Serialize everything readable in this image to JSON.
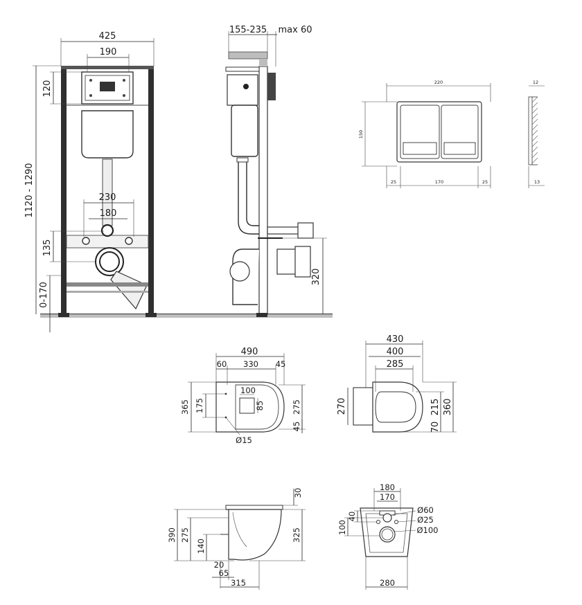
{
  "frame_front": {
    "width_total": "425",
    "width_cistern": "190",
    "height_range": "1120 - 1290",
    "top_offset": "120",
    "studs_outer": "230",
    "studs_inner": "180",
    "bottom_offset": "135",
    "foot_range": "0-170"
  },
  "frame_side": {
    "depth_range": "155-235",
    "wall_max": "max 60",
    "outlet_height": "320"
  },
  "flush_plate": {
    "width": "220",
    "thickness": "12",
    "height": "150",
    "edge_left": "25",
    "middle": "170",
    "edge_right": "25",
    "depth": "13"
  },
  "bowl_top": {
    "length": "490",
    "left": "60",
    "span": "330",
    "right": "45",
    "width": "365",
    "holes": "175",
    "hole_w": "100",
    "hole_h": "85",
    "inner": "275",
    "edge": "45",
    "hole_dia": "Ø15"
  },
  "seat_top": {
    "outer": "430",
    "mid": "400",
    "inner": "285",
    "height": "270",
    "seat_h": "215",
    "total": "360",
    "front": "70"
  },
  "bowl_side": {
    "top": "30",
    "height": "390",
    "rim": "275",
    "inner": "325",
    "outlet": "140",
    "step": "20",
    "offset": "65",
    "depth": "315"
  },
  "bowl_back": {
    "outer": "180",
    "inner": "170",
    "d60": "Ø60",
    "d25": "Ø25",
    "d100": "Ø100",
    "h100": "100",
    "h40": "40",
    "width": "280"
  }
}
